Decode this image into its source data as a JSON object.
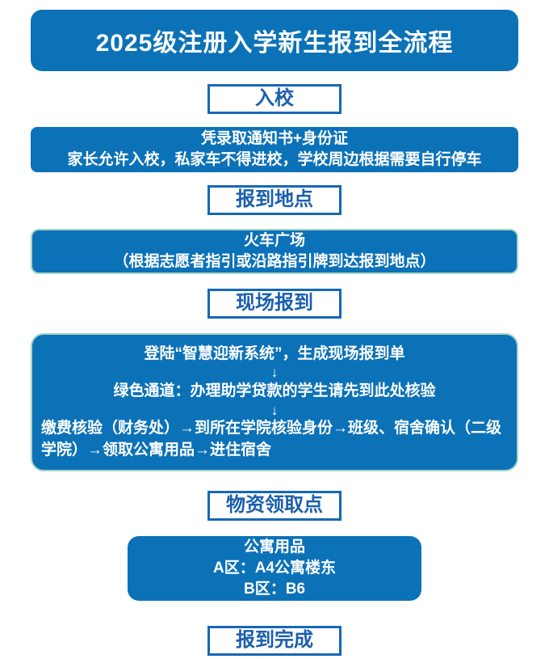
{
  "colors": {
    "box_blue": "#0c72b8",
    "teal_border": "#a5d6c6",
    "label_border_blue": "#1668b3",
    "label_text_blue": "#1a5fae",
    "text_white": "#ffffff"
  },
  "header": {
    "title": "2025级注册入学新生报到全流程"
  },
  "labels": {
    "enter": "入校",
    "location": "报到地点",
    "onsite": "现场报到",
    "supplies": "物资领取点",
    "done": "报到完成"
  },
  "boxes": {
    "entry": {
      "line1": "凭录取通知书+身份证",
      "line2": "家长允许入校，私家车不得进校，学校周边根据需要自行停车"
    },
    "location": {
      "line1": "火车广场",
      "line2": "（根据志愿者指引或沿路指引牌到达报到地点）"
    },
    "checkin": {
      "line1": "登陆“智慧迎新系统”，生成现场报到单",
      "arrow1": "↓",
      "line2": "绿色通道：办理助学贷款的学生请先到此处核验",
      "arrow2": "↓",
      "line3": "缴费核验（财务处）→到所在学院核验身份→班级、宿舍确认（二级学院）→领取公寓用品→进住宿舍"
    },
    "supplies": {
      "line1": "公寓用品",
      "line2": "A区：A4公寓楼东",
      "line3": "B区：B6"
    }
  }
}
